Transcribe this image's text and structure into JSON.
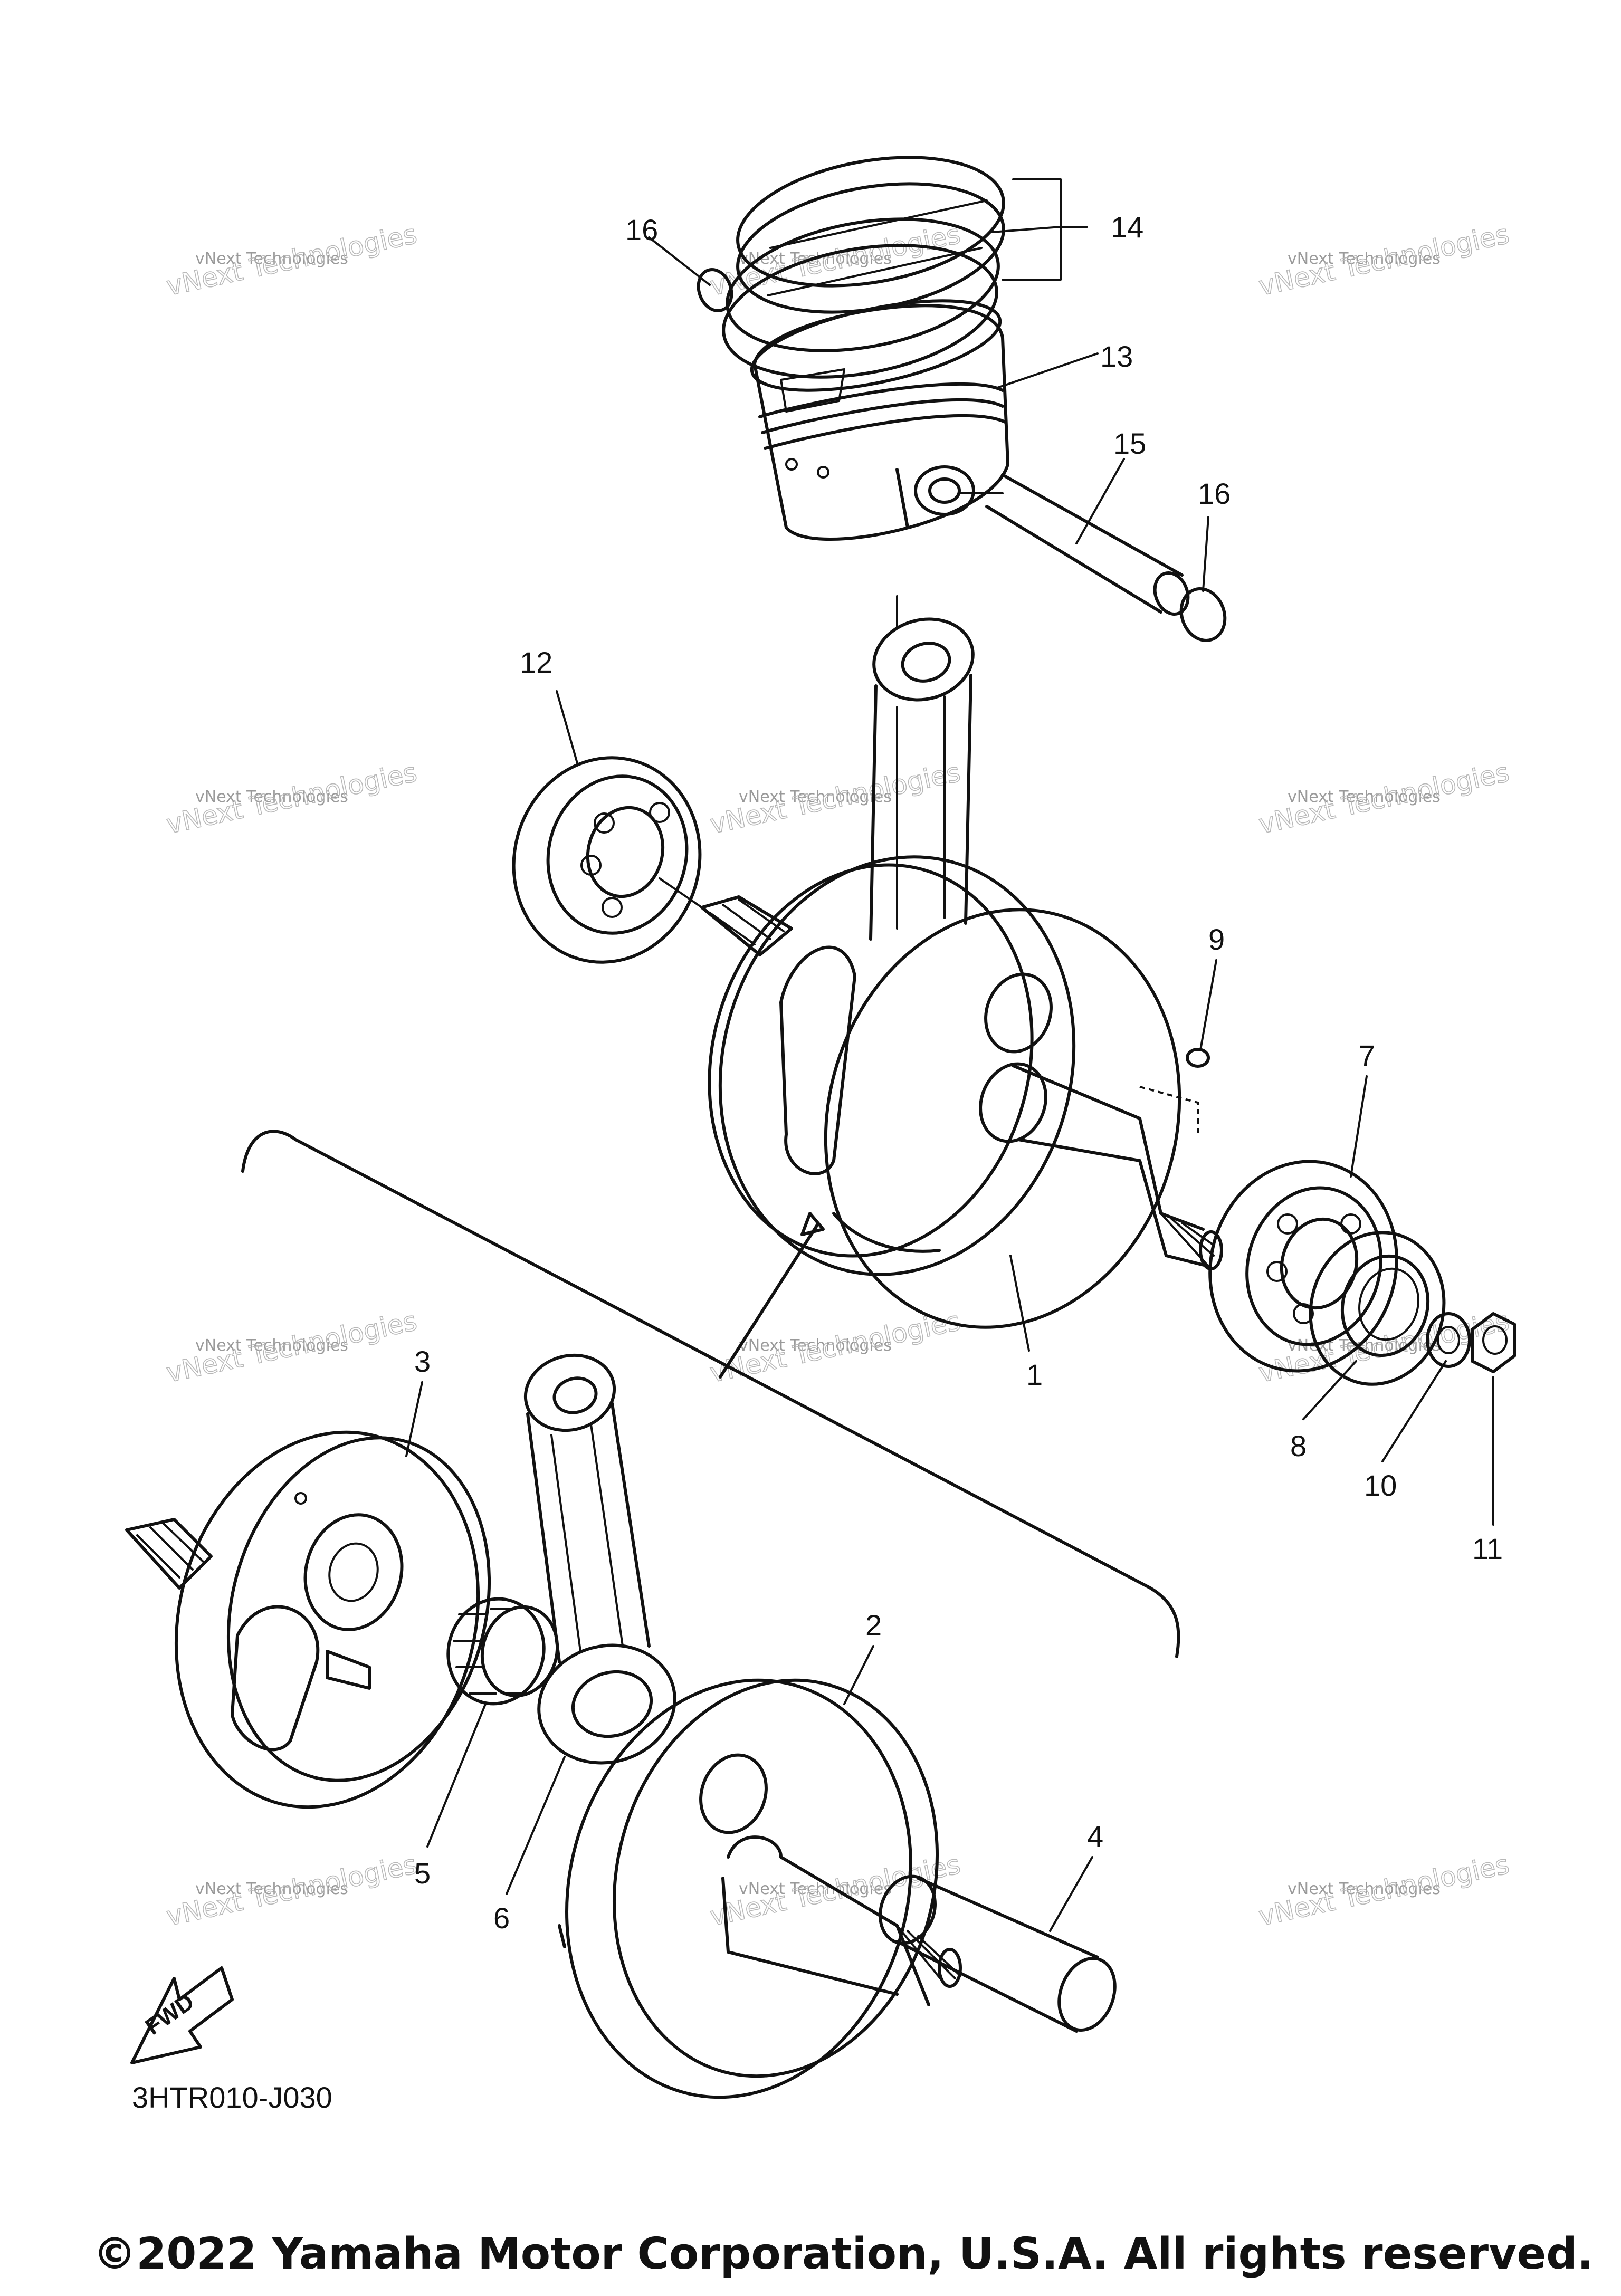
{
  "diagram": {
    "callouts": {
      "c1": "1",
      "c2": "2",
      "c3": "3",
      "c4": "4",
      "c5": "5",
      "c6": "6",
      "c7": "7",
      "c8": "8",
      "c9": "9",
      "c10": "10",
      "c11": "11",
      "c12": "12",
      "c13": "13",
      "c14": "14",
      "c15": "15",
      "c16a": "16",
      "c16b": "16"
    },
    "fwd_label": "FWD",
    "diagram_code": "3HTR010-J030",
    "copyright": "©2022 Yamaha Motor Corporation, U.S.A. All rights reserved.",
    "watermark": {
      "line1": "vNext Technologies",
      "line2": "vNext Technologies"
    }
  }
}
